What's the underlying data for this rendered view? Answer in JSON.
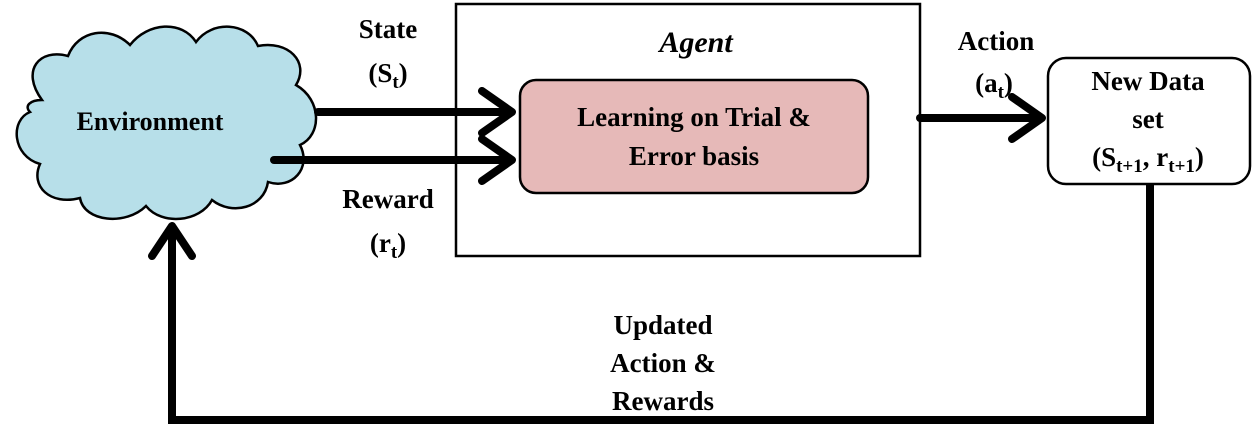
{
  "colors": {
    "cloud_fill": "#b7dfe9",
    "learning_fill": "#e6b9b8",
    "stroke": "#000000",
    "background": "#ffffff"
  },
  "environment": {
    "label": "Environment"
  },
  "agent": {
    "title": "Agent",
    "learning_line1": "Learning on Trial &",
    "learning_line2": "Error basis"
  },
  "state": {
    "label": "State",
    "open": "(S",
    "sub": "t",
    "close": ")"
  },
  "reward": {
    "label": "Reward",
    "open": "(r",
    "sub": "t",
    "close": ")"
  },
  "action": {
    "label": "Action",
    "open": "(a",
    "sub": "t",
    "close": ")"
  },
  "new_data": {
    "line1": "New Data",
    "line2": "set",
    "line3_open": "(S",
    "line3_sub1": "t+1",
    "line3_mid": ", r",
    "line3_sub2": "t+1",
    "line3_close": ")"
  },
  "feedback": {
    "line1": "Updated",
    "line2": "Action &",
    "line3": "Rewards"
  }
}
